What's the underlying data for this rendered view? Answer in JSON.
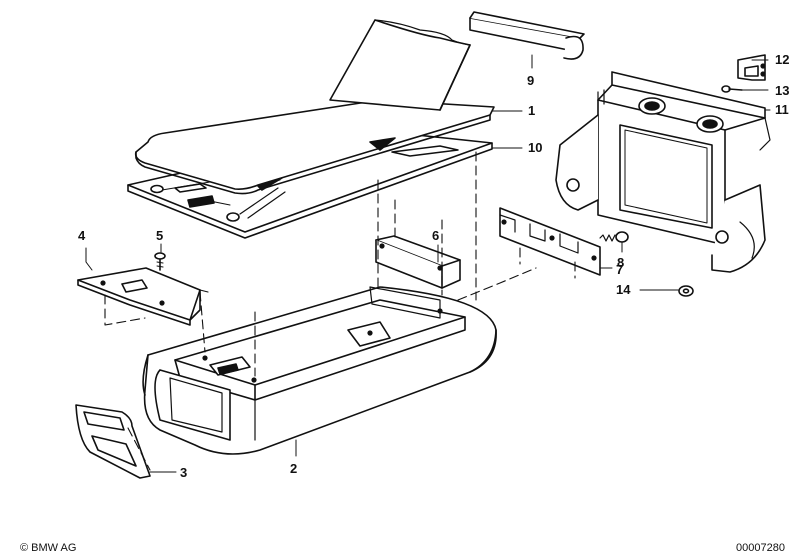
{
  "diagram": {
    "callouts": {
      "c1": "1",
      "c2": "2",
      "c3": "3",
      "c4": "4",
      "c5": "5",
      "c6": "6",
      "c7": "7",
      "c8": "8",
      "c9": "9",
      "c10": "10",
      "c11": "11",
      "c12": "12",
      "c13": "13",
      "c14": "14"
    }
  },
  "footer": {
    "copyright": "© BMW AG",
    "doc_number": "00007280"
  },
  "colors": {
    "line": "#111111",
    "fill": "#ffffff",
    "shade": "#d9d9d9"
  }
}
